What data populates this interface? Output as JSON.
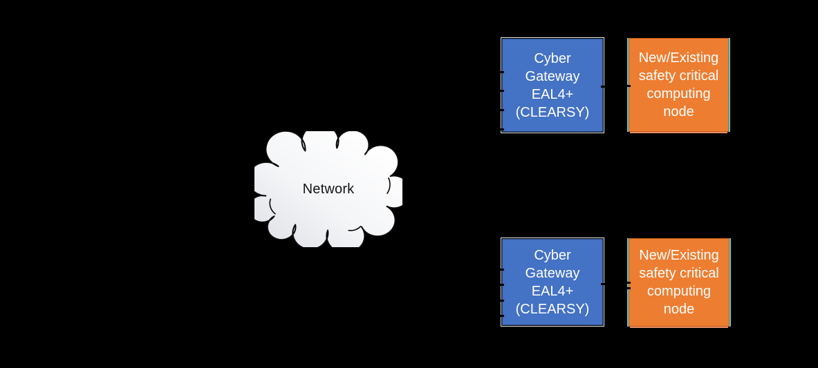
{
  "diagram": {
    "cloud": {
      "label": "Network"
    },
    "boxes": {
      "gateway_top": {
        "lines": [
          "Cyber",
          "Gateway",
          "EAL4+",
          "(CLEARSY)"
        ]
      },
      "node_top": {
        "lines": [
          "New/Existing",
          "safety critical",
          "computing",
          "node"
        ]
      },
      "gateway_bottom": {
        "lines": [
          "Cyber",
          "Gateway",
          "EAL4+",
          "(CLEARSY)"
        ]
      },
      "node_bottom": {
        "lines": [
          "New/Existing",
          "safety critical",
          "computing",
          "node"
        ]
      }
    },
    "colors": {
      "background": "#000000",
      "gateway_fill": "#4472C4",
      "gateway_border": "#2F528F",
      "gateway_halo": "#ECECEC",
      "node_fill": "#ED7D31",
      "node_border": "#C55A11",
      "node_edge_artifact": "#55CDD9",
      "box_text": "#FFFFFF",
      "cloud_fill": "#FFFFFF",
      "cloud_fill_edge": "#DFE1E6",
      "cloud_outline": "#000000",
      "cloud_label_color": "#141414",
      "connector": "#000000"
    }
  }
}
